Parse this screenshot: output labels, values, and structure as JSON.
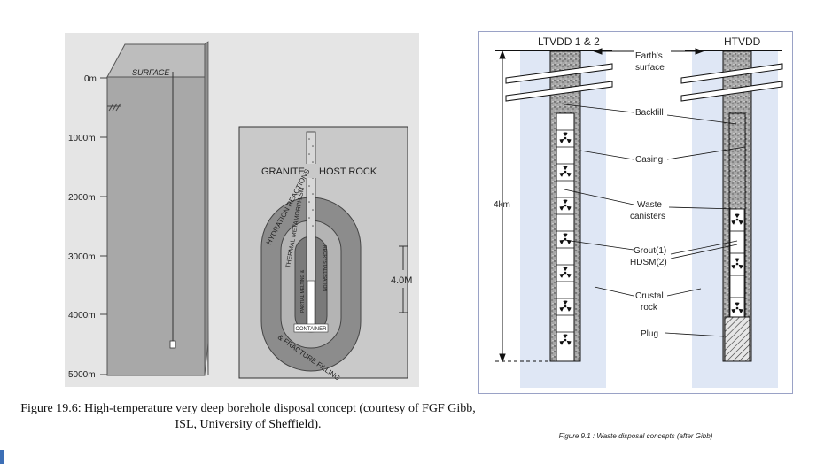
{
  "left_figure": {
    "depth_labels": [
      "0m",
      "1000m",
      "2000m",
      "3000m",
      "4000m",
      "5000m"
    ],
    "surface_label": "SURFACE",
    "rock_label_granite": "GRANITE",
    "rock_label_host": "HOST ROCK",
    "dimension_label": "4.0M",
    "zone_outer": "HYDRATION REACTIONS",
    "zone_outer_bottom": "& FRACTURE FILLING",
    "zone_middle": "THERMAL METAMORPHISM",
    "zone_inner_left": "PARTIAL MELTING &",
    "zone_inner_right": "RECRYSTALLISATION",
    "container_label": "CONTAINER",
    "caption": "Figure 19.6:  High-temperature very deep borehole disposal concept (courtesy of FGF Gibb, ISL, University of Sheffield)."
  },
  "right_figure": {
    "title_left": "LTVDD 1 & 2",
    "title_right": "HTVDD",
    "depth_label": "4km",
    "labels": {
      "earth_surface_1": "Earth's",
      "earth_surface_2": "surface",
      "backfill": "Backfill",
      "casing": "Casing",
      "waste_1": "Waste",
      "waste_2": "canisters",
      "grout_1": "Grout(1)",
      "grout_2": "HDSM(2)",
      "crustal_1": "Crustal",
      "crustal_2": "rock",
      "plug": "Plug"
    },
    "caption": "Figure 9.1 : Waste disposal concepts (after Gibb)"
  },
  "colors": {
    "panel_bg": "#e5e5e5",
    "column": "#a8a8a8",
    "host_rock": "#c9c9c9",
    "zone_outer": "#8c8c8c",
    "zone_middle": "#b4b4b4",
    "zone_inner": "#7a7a7a",
    "well_bg": "#dfe7f5",
    "hazard": "#111111"
  }
}
